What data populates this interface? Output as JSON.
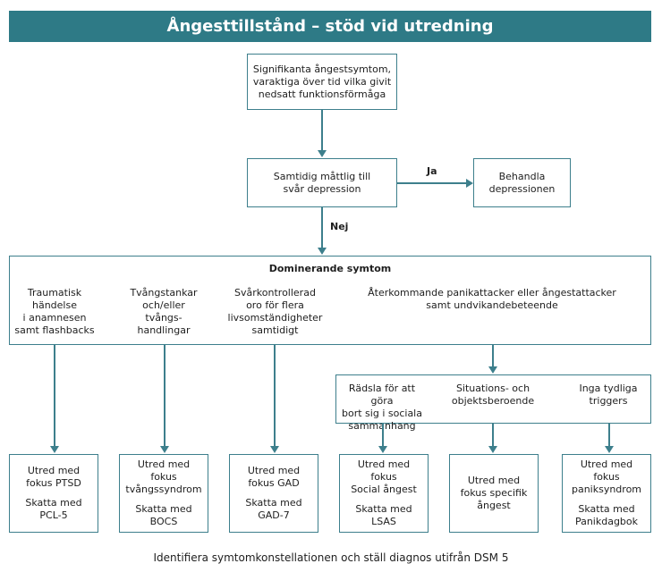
{
  "header": {
    "title": "Ångesttillstånd – stöd vid utredning"
  },
  "start": {
    "line1": "Signifikanta ångestsymtom,",
    "line2": "varaktiga över tid vilka givit",
    "line3": "nedsatt funktionsförmåga"
  },
  "depression": {
    "line1": "Samtidig måttlig till",
    "line2": "svår depression"
  },
  "treat": {
    "line1": "Behandla",
    "line2": "depressionen"
  },
  "yes_label": "Ja",
  "no_label": "Nej",
  "dominant": {
    "title": "Dominerande symtom",
    "trauma": [
      "Traumatisk",
      "händelse",
      "i anamnesen",
      "samt flashbacks"
    ],
    "ocd": [
      "Tvångstankar",
      "och/eller",
      "tvångs-",
      "handlingar"
    ],
    "gad": [
      "Svårkontrollerad",
      "oro för flera",
      "livsomständigheter",
      "samtidigt"
    ],
    "panic": [
      "Återkommande panikattacker eller ångestattacker",
      "samt undvikandebeteende"
    ]
  },
  "subgroup": {
    "social": [
      "Rädsla för att göra",
      "bort sig i sociala",
      "sammanhang"
    ],
    "specific": [
      "Situations- och",
      "objektsberoende"
    ],
    "none": [
      "Inga tydliga",
      "triggers"
    ]
  },
  "outcomes": {
    "ptsd": {
      "line1": "Utred med",
      "line2": "fokus PTSD",
      "line3": "Skatta med",
      "line4": "PCL-5"
    },
    "ocd": {
      "line1": "Utred med fokus",
      "line2": "tvångssyndrom",
      "line3": "Skatta med",
      "line4": "BOCS"
    },
    "gad": {
      "line1": "Utred med",
      "line2": "fokus GAD",
      "line3": "Skatta med",
      "line4": "GAD-7"
    },
    "social": {
      "line1": "Utred med fokus",
      "line2": "Social ångest",
      "line3": "Skatta med",
      "line4": "LSAS"
    },
    "specific": {
      "line1": "Utred med",
      "line2": "fokus specifik",
      "line3": "ångest"
    },
    "panic": {
      "line1": "Utred med",
      "line2": "fokus",
      "line3": "paniksyndrom",
      "line4": "Skatta med",
      "line5": "Panikdagbok"
    }
  },
  "footer": "Identifiera symtomkonstellationen och ställ diagnos utifrån DSM 5"
}
